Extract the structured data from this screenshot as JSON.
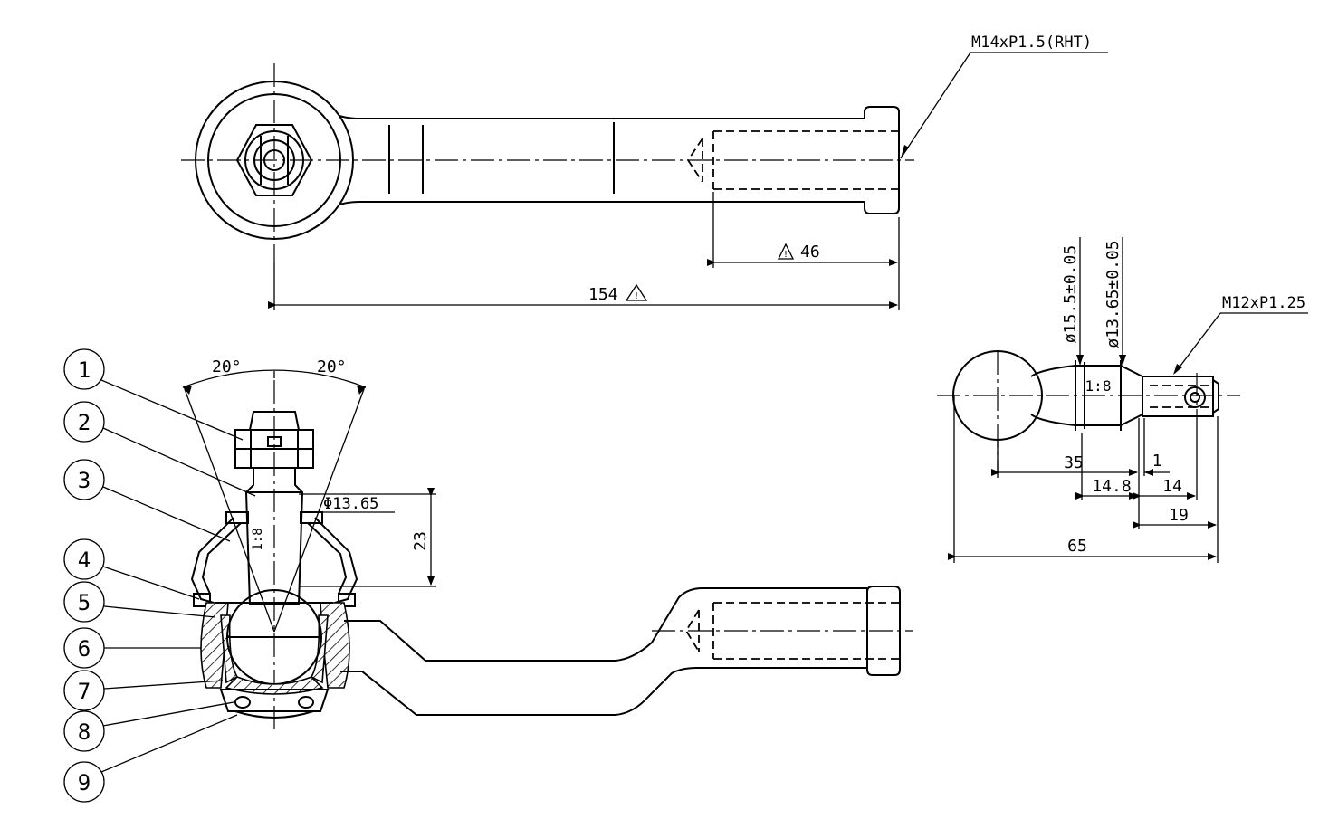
{
  "top_view": {
    "thread_label": "M14xP1.5(RHT)",
    "dim_thread_length": "46",
    "dim_overall_length": "154"
  },
  "section_view": {
    "angle_left": "20°",
    "angle_right": "20°",
    "taper_label": "1:8",
    "diameter_label": "Φ13.65",
    "dim_height": "23",
    "balloons": [
      "1",
      "2",
      "3",
      "4",
      "5",
      "6",
      "7",
      "8",
      "9"
    ]
  },
  "stud_view": {
    "diameter_major": "ø15.5±0.05",
    "diameter_minor": "ø13.65±0.05",
    "thread_label": "M12xP1.25",
    "taper_label": "1:8",
    "dim_35": "35",
    "dim_1": "1",
    "dim_14_8": "14.8",
    "dim_14": "14",
    "dim_19": "19",
    "dim_65": "65"
  }
}
